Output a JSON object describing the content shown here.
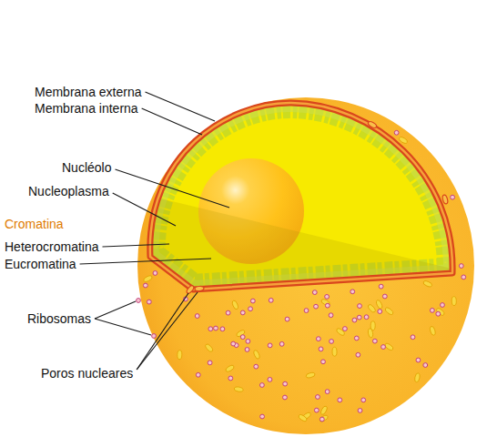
{
  "diagram": {
    "labels": [
      "Membrana externa",
      "Membrana interna",
      "Nucléolo",
      "Nucleoplasma",
      "Cromatina",
      "Heterocromatina",
      "Eucromatina",
      "Ribosomas",
      "Poros nucleares"
    ]
  }
}
